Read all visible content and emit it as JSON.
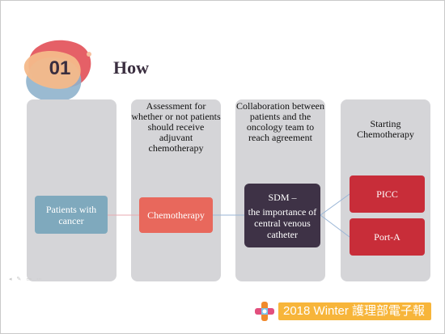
{
  "slide": {
    "number": "01",
    "title": "How"
  },
  "columns": [
    {
      "heading": ""
    },
    {
      "heading": "Assessment for whether or not patients should receive adjuvant chemotherapy"
    },
    {
      "heading": "Collaboration between patients and the oncology team to reach agreement"
    },
    {
      "heading": "Starting Chemotherapy"
    }
  ],
  "nodes": {
    "patients": "Patients with cancer",
    "chemotherapy": "Chemotherapy",
    "sdm_title": "SDM –",
    "sdm_body": "the importance of central venous catheter",
    "picc": "PICC",
    "port_a": "Port-A"
  },
  "footer": {
    "brand_text": "2018 Winter 護理部電子報"
  },
  "colors": {
    "patients_box": "#7fa9bd",
    "chemotherapy_box": "#e8685c",
    "sdm_box": "#3e3246",
    "device_box": "#c82d39",
    "column_bg": "#d5d5d8",
    "footer_bg": "#f7b53a"
  },
  "icons": {
    "footer_logo": "heart-cross-logo-icon",
    "title_badge": "color-blob-badge-icon"
  }
}
